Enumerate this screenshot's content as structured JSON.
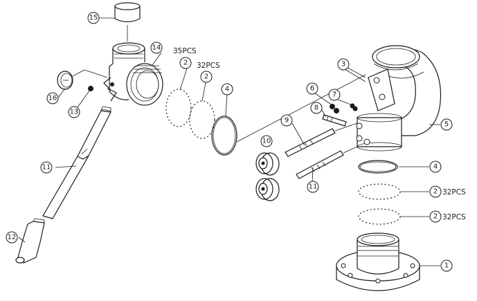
{
  "diagram": {
    "parts": [
      {
        "id": "p1",
        "number": "1"
      },
      {
        "id": "p2a",
        "number": "2",
        "qty": "35PCS"
      },
      {
        "id": "p2b",
        "number": "2",
        "qty": "32PCS"
      },
      {
        "id": "p2c",
        "number": "2",
        "qty": "32PCS"
      },
      {
        "id": "p2d",
        "number": "2",
        "qty": "32PCS"
      },
      {
        "id": "p3",
        "number": "3"
      },
      {
        "id": "p4a",
        "number": "4"
      },
      {
        "id": "p4b",
        "number": "4"
      },
      {
        "id": "p5",
        "number": "5"
      },
      {
        "id": "p6",
        "number": "6"
      },
      {
        "id": "p7",
        "number": "7"
      },
      {
        "id": "p8",
        "number": "8"
      },
      {
        "id": "p9",
        "number": "9"
      },
      {
        "id": "p10",
        "number": "10"
      },
      {
        "id": "p11",
        "number": "11"
      },
      {
        "id": "p11b",
        "number": "11"
      },
      {
        "id": "p12",
        "number": "12"
      },
      {
        "id": "p13",
        "number": "13"
      },
      {
        "id": "p14",
        "number": "14"
      },
      {
        "id": "p15",
        "number": "15"
      },
      {
        "id": "p16",
        "number": "16"
      }
    ]
  }
}
